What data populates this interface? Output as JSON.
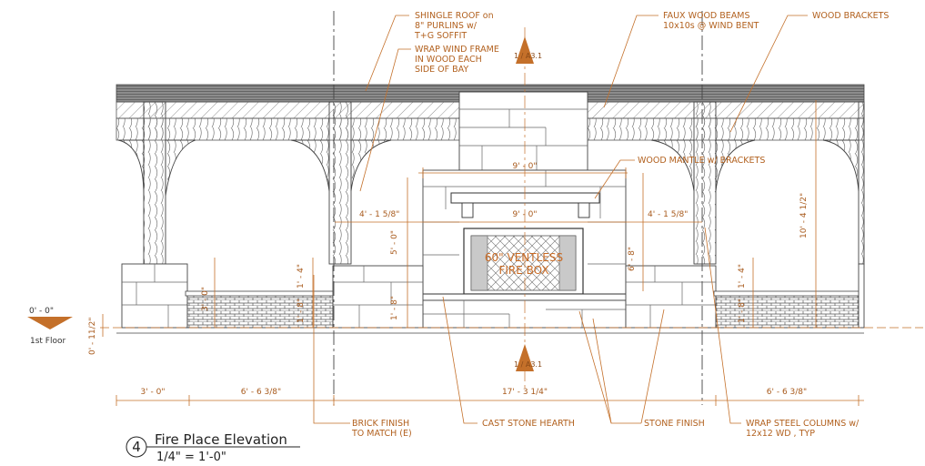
{
  "title": {
    "number": "4",
    "name": "Fire Place Elevation",
    "scale": "1/4\" = 1'-0\""
  },
  "level": {
    "elevation": "0' - 0\"",
    "name": "1st Floor"
  },
  "section_markers": [
    {
      "label": "1 / A3.1"
    },
    {
      "label": "1 / A3.1"
    }
  ],
  "fireplace_text": {
    "line1": "60\" VENTLESS",
    "line2": "FIRE BOX"
  },
  "callouts": {
    "shingle_roof": [
      "SHINGLE ROOF on",
      "8\" PURLINS w/",
      "T+G SOFFIT"
    ],
    "wrap_wind_frame": [
      "WRAP WIND FRAME",
      "IN WOOD EACH",
      "SIDE OF BAY"
    ],
    "faux_wood_beams": [
      "FAUX WOOD  BEAMS",
      "10x10s @ WIND BENT"
    ],
    "wood_brackets": [
      "WOOD BRACKETS"
    ],
    "wood_mantle": [
      "WOOD MANTLE w/ BRACKETS"
    ],
    "brick_finish": [
      "BRICK FINISH",
      "TO MATCH (E)"
    ],
    "cast_stone_hearth": [
      "CAST STONE HEARTH"
    ],
    "stone_finish": [
      "STONE FINISH"
    ],
    "wrap_steel_columns": [
      "WRAP STEEL COLUMNS w/",
      "12x12 WD , TYP"
    ]
  },
  "dimensions": {
    "width_top": "9' - 0\"",
    "width_mid": "9' - 0\"",
    "left_side": "4' - 1 5/8\"",
    "right_side": "4' - 1 5/8\"",
    "firebox_height": "5' - 0\"",
    "hearth_height": "1' - 8\"",
    "right_6_8": "6' - 8\"",
    "overall_height": "10' - 4 1/2\"",
    "left_wall_height": "3' - 0\"",
    "left_1_4": "1' - 4\"",
    "left_1_8": "1' - 8\"",
    "right_1_4": "1' - 4\"",
    "right_1_8": "1' - 8\"",
    "floor_step": "0' - 11/2\"",
    "bottom_1": "3' - 0\"",
    "bottom_2": "6' - 6 3/8\"",
    "bottom_3": "17' - 3 1/4\"",
    "bottom_4": "6' - 6 3/8\""
  },
  "colors": {
    "annotation": "#c4702a",
    "linework": "#4a4a4a",
    "roof": "#9a9a9a"
  }
}
